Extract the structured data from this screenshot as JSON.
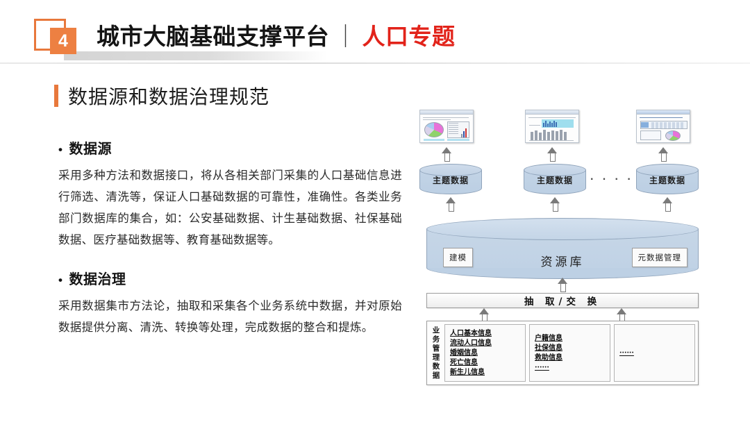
{
  "header": {
    "number": "4",
    "title_main": "城市大脑基础支撑平台",
    "separator": "｜",
    "title_accent": "人口专题"
  },
  "section": {
    "title": "数据源和数据治理规范"
  },
  "content": {
    "blocks": [
      {
        "bullet": "•",
        "heading": "数据源",
        "body": "采用多种方法和数据接口，将从各相关部门采集的人口基础信息进行筛选、清洗等，保证人口基础数据的可靠性，准确性。各类业务部门数据库的集合，如：公安基础数据、计生基础数据、社保基础数据、医疗基础数据等、教育基础数据等。"
      },
      {
        "bullet": "•",
        "heading": "数据治理",
        "body": "采用数据集市方法论，抽取和采集各个业务系统中数据，并对原始数据提供分离、清洗、转换等处理，完成数据的整合和提炼。"
      }
    ]
  },
  "diagram": {
    "monitors": [
      {
        "name": "monitor-pie-chart"
      },
      {
        "name": "monitor-table-chart"
      },
      {
        "name": "monitor-report-chart"
      }
    ],
    "theme_cylinders": [
      {
        "label": "主题数据"
      },
      {
        "label": "主题数据"
      },
      {
        "label": "主题数据"
      }
    ],
    "ellipsis": "· · · · · ·",
    "repository": {
      "label": "资源库",
      "left_tag": "建模",
      "right_tag": "元数据管理"
    },
    "etl_bar": {
      "label": "抽 取/交 换"
    },
    "business": {
      "vertical_label": "业务管理数据",
      "columns": [
        {
          "items": [
            "人口基本信息",
            "流动人口信息",
            "婚姻信息",
            "死亡信息",
            "新生儿信息"
          ]
        },
        {
          "items": [
            "户籍信息",
            "社保信息",
            "救助信息",
            "······"
          ]
        },
        {
          "items": [
            "······"
          ]
        }
      ]
    }
  },
  "colors": {
    "accent_orange": "#e8783c",
    "badge_orange": "#ed8042",
    "accent_red": "#e2231a",
    "cylinder_blue": "#c3d4e6",
    "cylinder_border": "#90a4bb"
  }
}
